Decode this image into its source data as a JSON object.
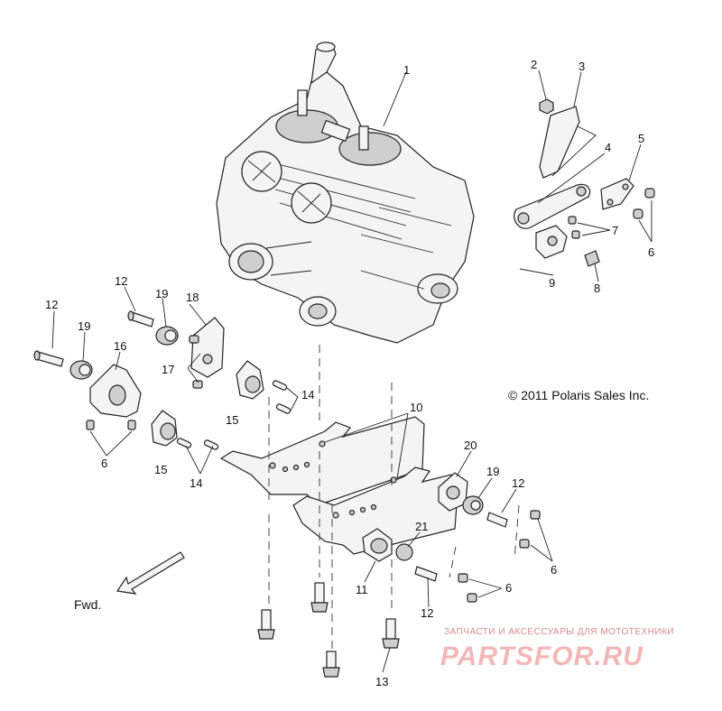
{
  "diagram": {
    "copyright": "© 2011 Polaris Sales Inc.",
    "direction_label": "Fwd.",
    "callouts": {
      "c1": "1",
      "c2": "2",
      "c3": "3",
      "c4": "4",
      "c5": "5",
      "c6a": "6",
      "c6b": "6",
      "c6c": "6",
      "c6d": "6",
      "c7": "7",
      "c8": "8",
      "c9": "9",
      "c10": "10",
      "c11": "11",
      "c12a": "12",
      "c12b": "12",
      "c12c": "12",
      "c12d": "12",
      "c13": "13",
      "c14a": "14",
      "c14b": "14",
      "c15a": "15",
      "c15b": "15",
      "c16": "16",
      "c17": "17",
      "c18": "18",
      "c19a": "19",
      "c19b": "19",
      "c19c": "19",
      "c20": "20",
      "c21": "21"
    }
  },
  "watermark": {
    "tagline": "ЗАПЧАСТИ И АКСЕССУАРЫ ДЛЯ МОТОТЕХНИКИ",
    "logo": "PARTSFOR.RU"
  }
}
